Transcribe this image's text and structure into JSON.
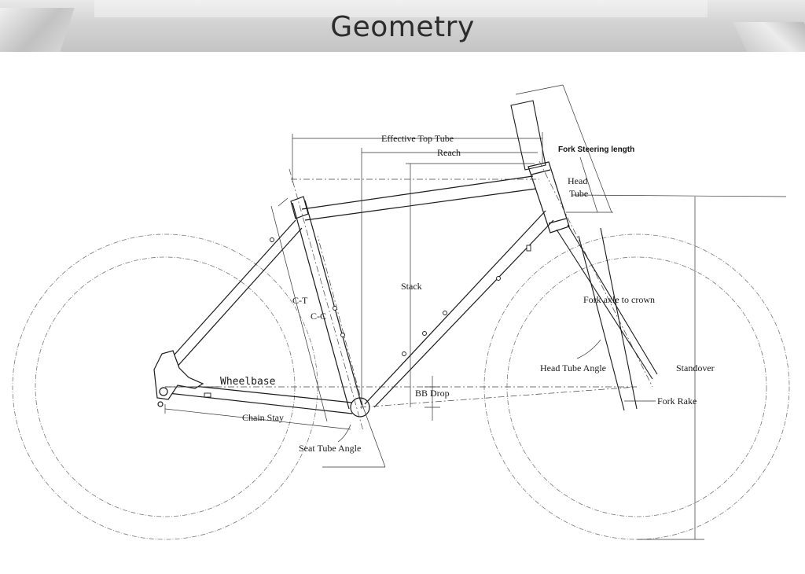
{
  "title": "Geometry",
  "labels": {
    "effective_top_tube": "Effective Top Tube",
    "reach": "Reach",
    "fork_steering_length": "Fork Steering length",
    "head_tube_line1": "Head",
    "head_tube_line2": "Tube",
    "stack": "Stack",
    "ct": "C-T",
    "cc": "C-C",
    "fork_axle_to_crown": "Fork axle to crown",
    "head_tube_angle": "Head Tube Angle",
    "standover": "Standover",
    "wheelbase": "Wheelbase",
    "bb_drop": "BB Drop",
    "fork_rake": "Fork Rake",
    "chain_stay": "Chain Stay",
    "seat_tube_angle": "Seat Tube Angle"
  }
}
